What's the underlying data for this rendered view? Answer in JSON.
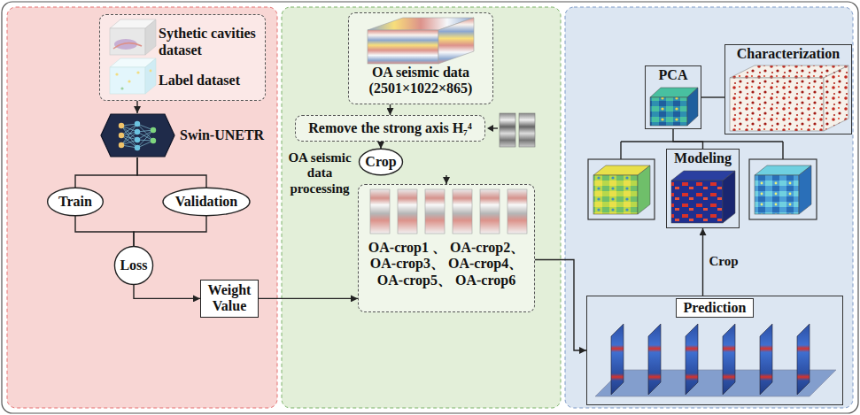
{
  "diagram": {
    "nodes": [
      {
        "text": [
          "Sythetic cavities dataset",
          "Label dataset"
        ]
      },
      {
        "text": [
          "Swin-UNETR"
        ]
      },
      {
        "text": [
          "Train"
        ]
      },
      {
        "text": [
          "Validation"
        ]
      },
      {
        "text": [
          "Loss"
        ]
      },
      {
        "text": [
          "Weight Value"
        ]
      },
      {
        "text": [
          "OA seismic data (2501×1022×865)"
        ]
      },
      {
        "text": [
          "Remove the strong axis H₇⁴"
        ]
      },
      {
        "text": [
          "Crop"
        ]
      },
      {
        "text": [
          "OA-crop1 、 OA-crop2、 OA-crop3、 OA-crop4、 OA-crop5、 OA-crop6"
        ]
      },
      {
        "text": [
          "PCA"
        ]
      },
      {
        "text": [
          "Characterization"
        ]
      },
      {
        "text": [
          "Modeling"
        ]
      },
      {
        "text": [
          "Prediction"
        ]
      }
    ],
    "edges": [
      {
        "from": 0,
        "to": 1,
        "arrow": "to"
      },
      {
        "from": 1,
        "to": 2,
        "arrow": "none"
      },
      {
        "from": 1,
        "to": 3,
        "arrow": "none"
      },
      {
        "from": 2,
        "to": 4,
        "arrow": "none"
      },
      {
        "from": 3,
        "to": 4,
        "arrow": "none"
      },
      {
        "from": 4,
        "to": 5,
        "arrow": "to"
      },
      {
        "from": 5,
        "to": 9,
        "arrow": "to"
      },
      {
        "from": 6,
        "to": 7,
        "arrow": "to"
      },
      {
        "from": 7,
        "to": 8,
        "arrow": "to"
      },
      {
        "from": 8,
        "to": 9,
        "arrow": "to"
      },
      {
        "from": 9,
        "to": 13,
        "arrow": "to"
      },
      {
        "from": 13,
        "to": 12,
        "label": "Crop",
        "arrow": "to"
      },
      {
        "from": 10,
        "to": 12,
        "arrow": "none"
      },
      {
        "from": 10,
        "to": 11,
        "arrow": "none"
      }
    ],
    "labels": [
      "OA seismic data processing"
    ]
  }
}
